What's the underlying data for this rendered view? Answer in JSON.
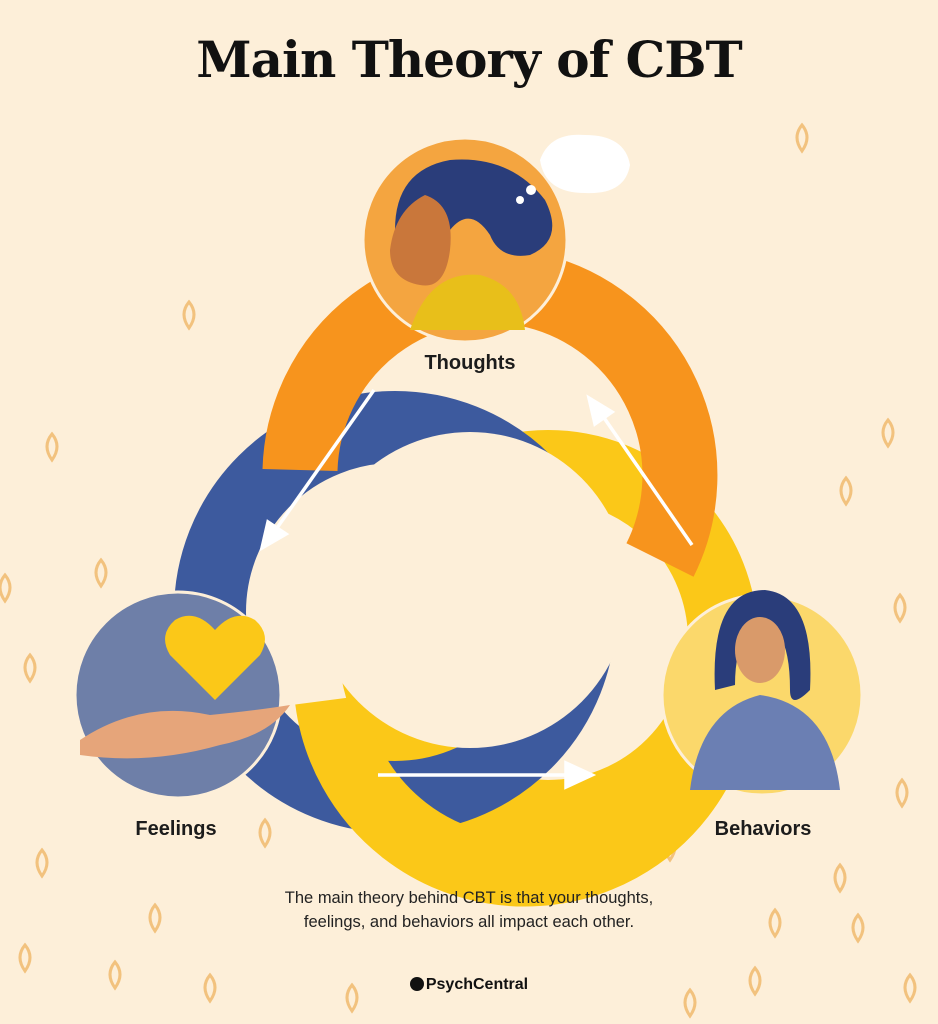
{
  "title": "Main Theory of CBT",
  "nodes": {
    "thoughts": "Thoughts",
    "feelings": "Feelings",
    "behaviors": "Behaviors"
  },
  "caption": {
    "line1": "The main theory behind CBT is that your thoughts,",
    "line2": "feelings, and behaviors all impact each other."
  },
  "logo": "PsychCentral",
  "colors": {
    "background": "#fdefd9",
    "orange": "#f7941d",
    "blue": "#3d5a9e",
    "yellow": "#fbc818",
    "pattern": "#f2c27e"
  }
}
